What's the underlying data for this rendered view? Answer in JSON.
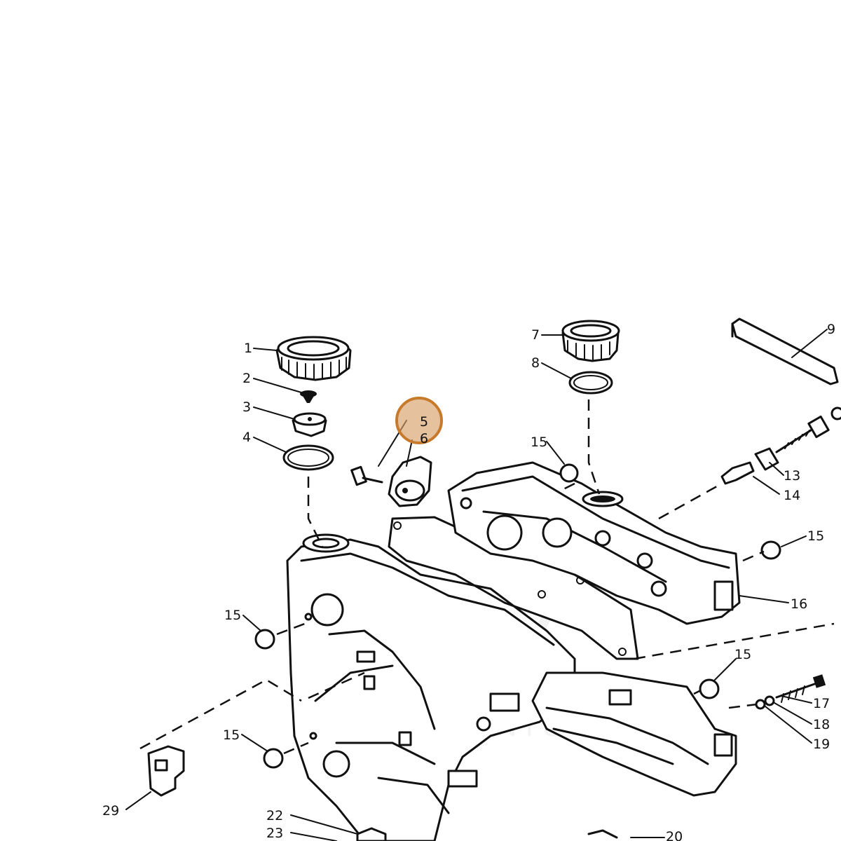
{
  "callouts": [
    {
      "id": "1",
      "label": "1"
    },
    {
      "id": "2",
      "label": "2"
    },
    {
      "id": "3",
      "label": "3"
    },
    {
      "id": "4",
      "label": "4"
    },
    {
      "id": "5",
      "label": "5"
    },
    {
      "id": "6",
      "label": "6"
    },
    {
      "id": "7",
      "label": "7"
    },
    {
      "id": "8",
      "label": "8"
    },
    {
      "id": "9",
      "label": "9"
    },
    {
      "id": "13",
      "label": "13"
    },
    {
      "id": "14",
      "label": "14"
    },
    {
      "id": "15",
      "label": "15"
    },
    {
      "id": "16",
      "label": "16"
    },
    {
      "id": "17",
      "label": "17"
    },
    {
      "id": "18",
      "label": "18"
    },
    {
      "id": "19",
      "label": "19"
    },
    {
      "id": "20",
      "label": "20"
    },
    {
      "id": "22",
      "label": "22"
    },
    {
      "id": "23",
      "label": "23"
    },
    {
      "id": "29",
      "label": "29"
    }
  ],
  "highlighted_callout": "5",
  "colors": {
    "ink": "#111111",
    "highlight": "#d9a06a",
    "highlight_stroke": "#c77a2c",
    "background": "#ffffff"
  }
}
